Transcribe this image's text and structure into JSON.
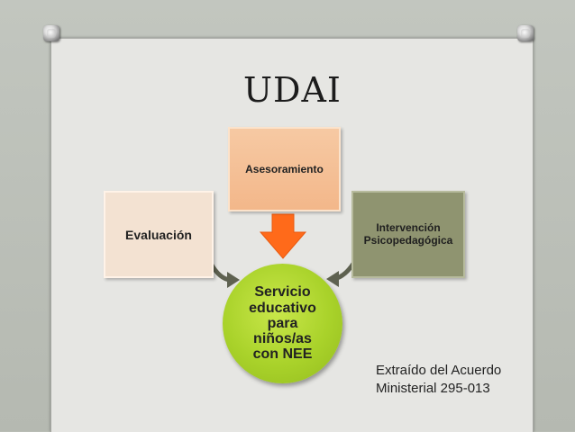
{
  "title": "UDAI",
  "nodes": {
    "asesoramiento": "Asesoramiento",
    "evaluacion": "Evaluación",
    "intervencion_line1": "Intervención",
    "intervencion_line2": "Psicopedagógica",
    "center_lines": [
      "Servicio",
      "educativo",
      "para",
      "niños/as",
      "con NEE"
    ]
  },
  "source_note": {
    "line1": "Extraído del Acuerdo",
    "line2": "Ministerial 295-013"
  },
  "colors": {
    "asesoramiento": "#f3b78a",
    "evaluacion": "#f3e2d2",
    "intervencion": "#8f9470",
    "center": "#a9d22a",
    "down_arrow": "#ff6a1a",
    "side_arrows": "#5e6150"
  }
}
